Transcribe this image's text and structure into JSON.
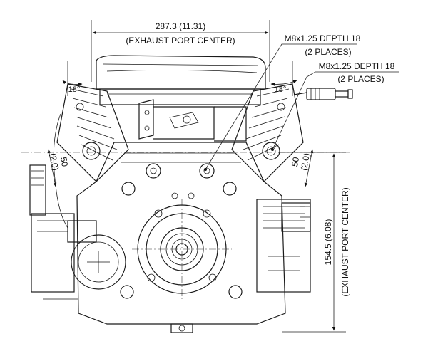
{
  "dimensions": {
    "exhaust_width": {
      "value": "287.3 (11.31)",
      "label": "(EXHAUST PORT CENTER)"
    },
    "exhaust_height": {
      "value": "154.5 (6.08)",
      "label": "(EXHAUST PORT CENTER)"
    },
    "left_angle": "18°",
    "right_angle": "18°",
    "left_offset": {
      "value": "50",
      "inch": "(2.0)"
    },
    "right_offset": {
      "value": "50",
      "inch": "(2.0)"
    }
  },
  "callouts": {
    "thread_left": {
      "spec": "M8x1.25 DEPTH 18",
      "qty": "(2 PLACES)"
    },
    "thread_right": {
      "spec": "M8x1.25 DEPTH 18",
      "qty": "(2 PLACES)"
    }
  }
}
